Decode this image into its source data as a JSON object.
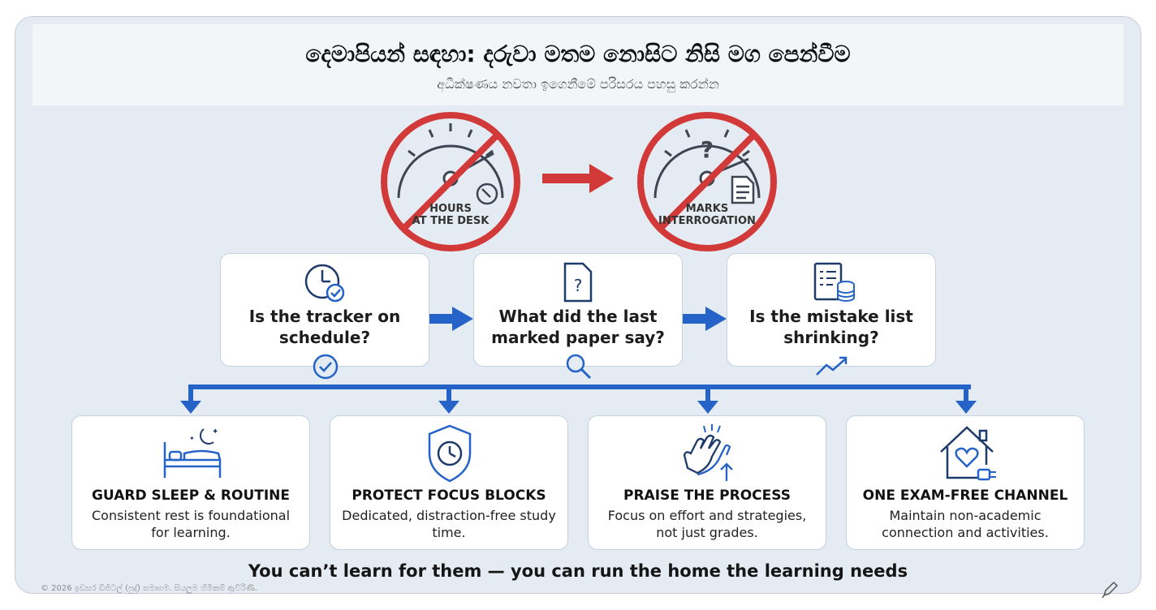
{
  "header": {
    "title": "දෙමාපියන් සඳහා: දරුවා මතම නොසිට නිසි මග පෙන්වීම",
    "subtitle": "අධීක්ෂණය නවතා ඉගෙනීමේ පරිසරය පහසු කරන්න"
  },
  "stop_items": [
    {
      "label_line1": "HOURS",
      "label_line2": "AT THE DESK",
      "icon": "clock-icon"
    },
    {
      "label_line1": "MARKS",
      "label_line2": "INTERROGATION",
      "icon": "document-icon"
    }
  ],
  "questions": [
    {
      "text": "Is the tracker on schedule?",
      "icon": "clock-check-icon",
      "sub_icon": "check-circle-icon"
    },
    {
      "text": "What did the last marked paper say?",
      "icon": "question-document-icon",
      "sub_icon": "magnifier-icon"
    },
    {
      "text": "Is the mistake list shrinking?",
      "icon": "checklist-coins-icon",
      "sub_icon": "trend-arrow-icon"
    }
  ],
  "actions": [
    {
      "title": "GUARD SLEEP & ROUTINE",
      "desc": "Consistent rest is foundational for learning.",
      "icon": "bed-moon-icon"
    },
    {
      "title": "PROTECT FOCUS BLOCKS",
      "desc": "Dedicated, distraction-free study time.",
      "icon": "shield-clock-icon"
    },
    {
      "title": "PRAISE THE PROCESS",
      "desc": "Focus on effort and strategies, not just grades.",
      "icon": "clapping-hands-icon"
    },
    {
      "title": "ONE EXAM-FREE CHANNEL",
      "desc": "Maintain non-academic connection and activities.",
      "icon": "home-heart-icon"
    }
  ],
  "tagline": "You can’t learn for them — you can run the home the learning needs",
  "footer": "© 2026 ඉඩසර ඩිජිටල් (පුද්) සමාගම. සියලුම හිමිකම් ඇවිරිණි.",
  "colors": {
    "accent_blue": "#2563c9",
    "stop_red": "#d23a3a",
    "icon_navy": "#1e3a6b"
  }
}
